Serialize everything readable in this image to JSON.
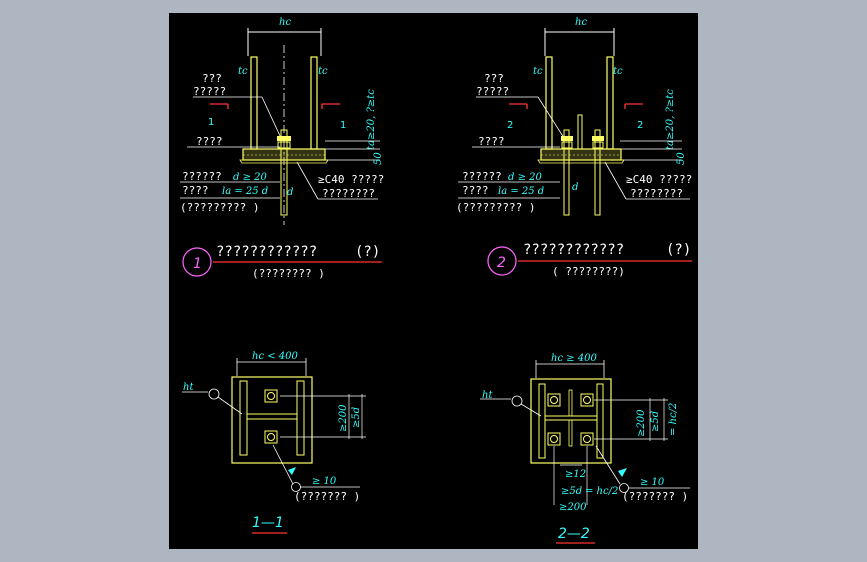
{
  "detail1": {
    "label_hc": "hc",
    "label_tc_left": "tc",
    "label_tc_right": "tc",
    "text_q3": "???",
    "text_q5": "?????",
    "text_q4": "????",
    "section_mark_left": "1",
    "section_mark_right": "1",
    "dim_vertical": "ta≥20, ?≥tc",
    "dim_50": "50",
    "text_anchor1": "??????",
    "dim_d20": "d ≥ 20",
    "text_anchor2": "????",
    "dim_la": "la = 25 d",
    "text_anchor3": "(?????????  )",
    "label_d": "d",
    "text_c40": "≥C40 ?????",
    "text_c40_2": "????????",
    "title_num": "1",
    "title_text": "????????????",
    "title_suffix": "(?)",
    "subtitle": "(????????  )"
  },
  "detail2": {
    "label_hc": "hc",
    "label_tc_left": "tc",
    "label_tc_right": "tc",
    "text_q3": "???",
    "text_q5": "?????",
    "text_q4": "????",
    "section_mark_left": "2",
    "section_mark_right": "2",
    "dim_vertical": "ta≥20, ?≥tc",
    "dim_50": "50",
    "text_anchor1": "??????",
    "dim_d20": "d ≥ 20",
    "text_anchor2": "????",
    "dim_la": "la = 25 d",
    "text_anchor3": "(?????????  )",
    "label_d": "d",
    "text_c40": "≥C40 ?????",
    "text_c40_2": "????????",
    "title_num": "2",
    "title_text": "????????????",
    "title_suffix": "(?)",
    "subtitle": "(  ????????)"
  },
  "section1": {
    "dim_top": "hc < 400",
    "label_ht": "ht",
    "dim_200": "≥200",
    "dim_5d": "≥5d",
    "dim_10": "≥ 10",
    "text_bottom": "(???????  )",
    "title": "1—1"
  },
  "section2": {
    "dim_top": "hc ≥ 400",
    "label_ht": "ht",
    "dim_200": "≥200",
    "dim_5d": "≥5d",
    "dim_hc2": "= hc/2",
    "dim_12": "≥12",
    "dim_5d_b": "≥5d",
    "dim_hc2_b": "= hc/2",
    "dim_200_b": "≥200",
    "dim_10": "≥ 10",
    "text_bottom": "(???????  )",
    "title": "2—2"
  },
  "colors": {
    "background": "#aeb6c1",
    "drawing_bg": "#000000",
    "steel": "#ffff66",
    "text_white": "#ffffff",
    "dimension": "#33ffff",
    "section_mark": "#ff3333",
    "circle": "#ff66ff",
    "leader": "#ffffff"
  }
}
